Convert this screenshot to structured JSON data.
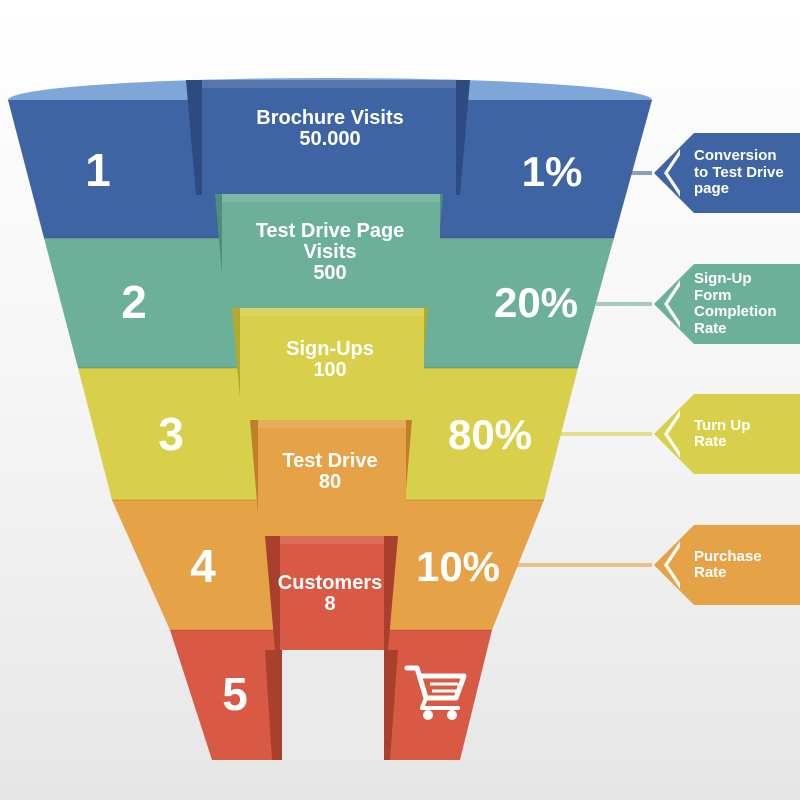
{
  "stages": [
    {
      "number": "1",
      "label_lines": [
        "Brochure Visits",
        "50.000"
      ],
      "rate": "1%",
      "callout_lines": [
        "Conversion",
        "to Test Drive",
        "page"
      ],
      "color": "#3f64a3",
      "dark": "#2d4b80"
    },
    {
      "number": "2",
      "label_lines": [
        "Test Drive Page",
        "Visits",
        "500"
      ],
      "rate": "20%",
      "callout_lines": [
        "Sign-Up",
        "Form",
        "Completion",
        "Rate"
      ],
      "color": "#6db099",
      "dark": "#4f8e79"
    },
    {
      "number": "3",
      "label_lines": [
        "Sign-Ups",
        "100"
      ],
      "rate": "80%",
      "callout_lines": [
        "Turn Up",
        "Rate"
      ],
      "color": "#d8cf4a",
      "dark": "#b2a930"
    },
    {
      "number": "4",
      "label_lines": [
        "Test Drive",
        "80"
      ],
      "rate": "10%",
      "callout_lines": [
        "Purchase",
        "Rate"
      ],
      "color": "#e5a246",
      "dark": "#c07f2a"
    },
    {
      "number": "5",
      "label_lines": [
        "Customers",
        "8"
      ],
      "rate": "",
      "callout_lines": [],
      "color": "#d95a44",
      "dark": "#a9402e"
    }
  ],
  "icons": {
    "cart": "shopping-cart-icon"
  },
  "colors": {
    "rim": "#7fa6d8",
    "rim_inner": "#5b86c2"
  }
}
